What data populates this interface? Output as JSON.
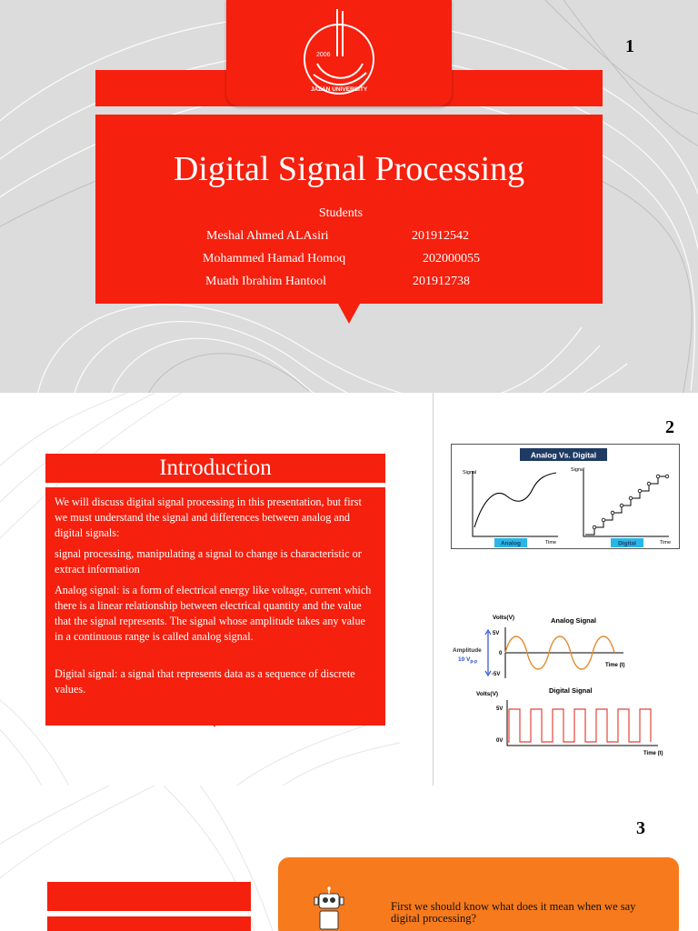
{
  "slide1": {
    "page_number": "1",
    "logo_text": "JAZAN UNIVERSITY",
    "logo_year": "2006",
    "title": "Digital Signal Processing",
    "students_label": "Students",
    "students": [
      {
        "name": "Meshal Ahmed ALAsiri",
        "id": "201912542"
      },
      {
        "name": "Mohammed Hamad Homoq",
        "id": "202000055"
      },
      {
        "name": "Muath Ibrahim Hantool",
        "id": "201912738"
      }
    ]
  },
  "slide2": {
    "page_number": "2",
    "heading": "Introduction",
    "paragraphs": [
      "We will discuss digital signal processing in this presentation, but first we must understand the signal and differences between analog and digital signals:",
      "signal processing, manipulating a signal to change is characteristic or extract information",
      " Analog signal: is a form of electrical energy like voltage, current which there is a linear relationship between electrical quantity and the value that the signal represents. The signal whose amplitude takes any value in a continuous range is called analog signal.",
      " Digital signal: a signal that represents data as a sequence of discrete values."
    ],
    "figure1": {
      "banner": "Analog Vs. Digital",
      "left_ylabel": "Signal",
      "left_xlabel": "Time",
      "left_tag": "Analog",
      "right_ylabel": "Signal",
      "right_xlabel": "Time",
      "right_tag": "Digital"
    },
    "figure2": {
      "analog_title": "Analog Signal",
      "analog_ylabel": "Volts(V)",
      "amp_label": "Amplitude",
      "amp_value": "10 V",
      "amp_sub": "p-p",
      "tick_5v": "5V",
      "tick_0": "0",
      "tick_m5v": "-5V",
      "analog_xlabel": "Time (t)",
      "digital_title": "Digital Signal",
      "digital_ylabel": "Volts(V)",
      "d_tick_5v": "5V",
      "d_tick_0v": "0V",
      "digital_xlabel": "Time (t)"
    }
  },
  "slide3": {
    "page_number": "3",
    "text": "First we should know what does it mean when we say digital processing?"
  },
  "colors": {
    "red": "#f5200e",
    "orange": "#f77a1c",
    "navy": "#1f3b63",
    "cyan": "#29b6e6",
    "wave": "#e48a2e"
  }
}
